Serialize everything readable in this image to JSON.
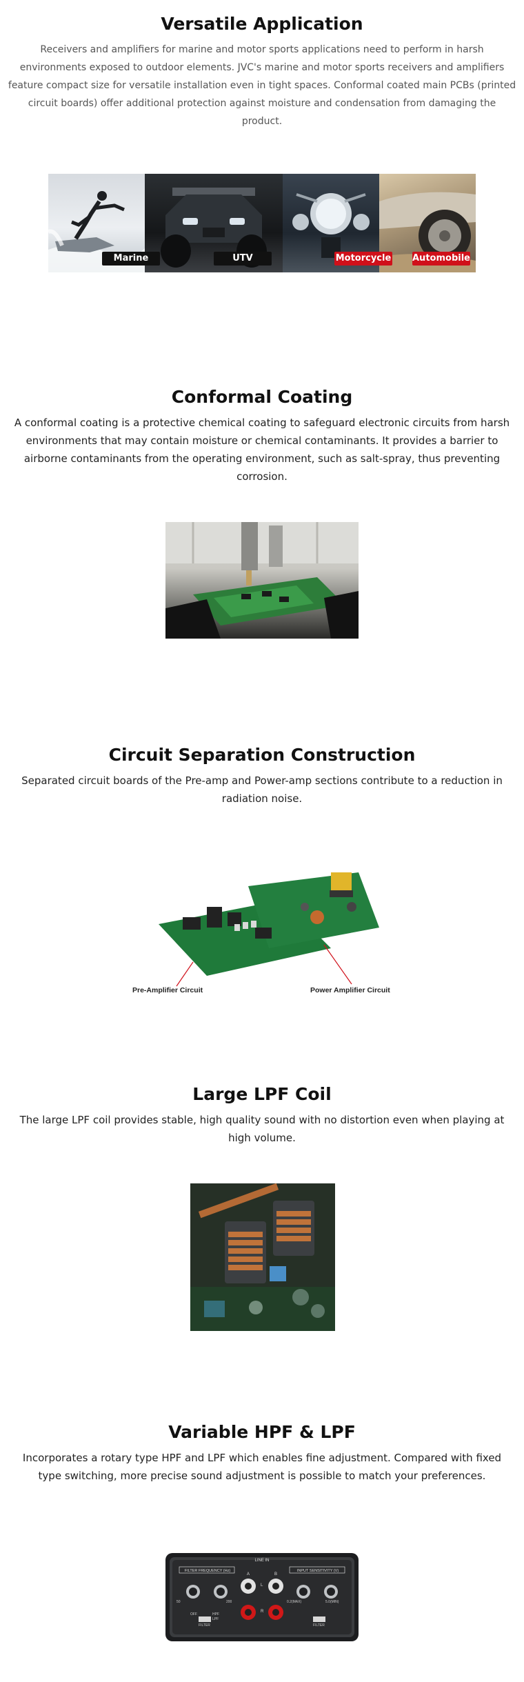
{
  "sections": [
    {
      "title": "Versatile Application",
      "body": "Receivers and amplifiers for marine and motor sports applications need to perform in harsh environments exposed to outdoor elements. JVC's marine and motor sports receivers and amplifiers feature compact size for versatile installation even in tight spaces. Conformal coated main PCBs (printed circuit boards) offer additional protection against moisture and condensation from damaging the product."
    },
    {
      "title": "Conformal Coating",
      "body": "A conformal coating is a protective chemical coating to safeguard electronic circuits from harsh environments that may contain moisture or chemical contaminants. It provides a barrier to airborne contaminants from the operating environment, such as salt-spray, thus preventing corrosion."
    },
    {
      "title": "Circuit Separation Construction",
      "body": "Separated circuit boards of the Pre-amp and Power-amp sections contribute to a reduction in radiation noise."
    },
    {
      "title": "Large LPF Coil",
      "body": "The large LPF coil provides stable, high quality sound with no distortion even when playing at high volume."
    },
    {
      "title": "Variable HPF & LPF",
      "body": "Incorporates a rotary type HPF and LPF which enables fine adjustment. Compared with fixed type switching, more precise sound adjustment is possible to match your preferences."
    }
  ],
  "banner": {
    "labels": [
      "Marine",
      "UTV",
      "Motorcycle",
      "Automobile"
    ],
    "colors": {
      "dark_tag": "#111111",
      "red_tag": "#d0101a"
    }
  },
  "circuit_labels": {
    "pre": "Pre-Amplifier Circuit",
    "power": "Power Amplifier Circuit"
  },
  "amp_panel": {
    "left_header": "FILTER FREQUENCY (Hz)",
    "center_header": "LINE IN",
    "right_header": "INPUT SENSITIVITY (V)",
    "filter_left": "FILTER",
    "filter_right": "FILTER",
    "hpf": "HPF",
    "lpf": "LPF",
    "off": "OFF",
    "min_val": "50",
    "max_val": "200",
    "sens_min": "0.2(MAX)",
    "sens_max": "5.0(MIN)",
    "ch_a": "A",
    "ch_b": "B",
    "ch_l": "L",
    "ch_r": "R"
  }
}
